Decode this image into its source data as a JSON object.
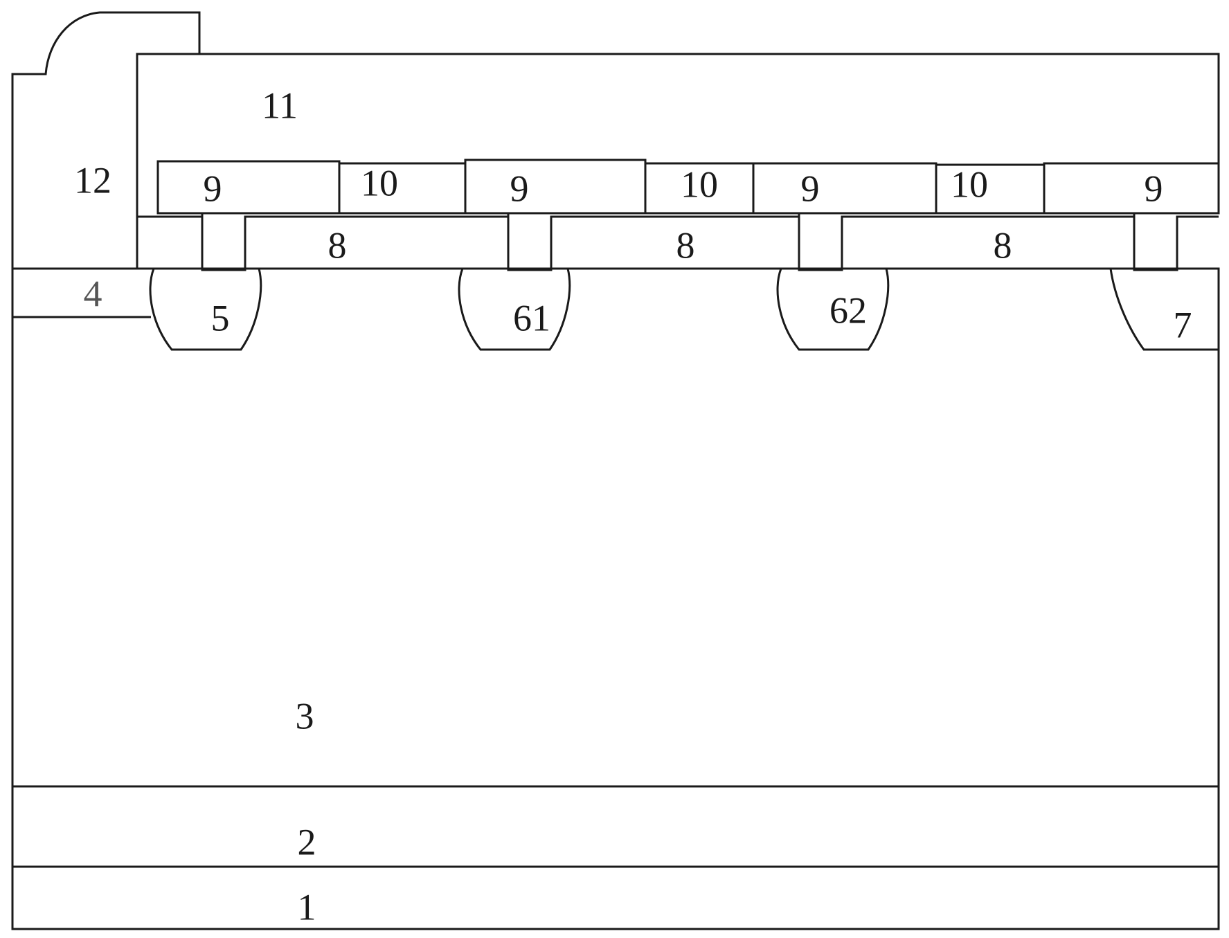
{
  "labels": {
    "l1": "1",
    "l2": "2",
    "l3": "3",
    "l4": "4",
    "l5": "5",
    "l61": "61",
    "l62": "62",
    "l7": "7",
    "l8a": "8",
    "l8b": "8",
    "l8c": "8",
    "l9a": "9",
    "l9b": "9",
    "l9c": "9",
    "l9d": "9",
    "l10a": "10",
    "l10b": "10",
    "l10c": "10",
    "l11": "11",
    "l12": "12"
  },
  "colors": {
    "line": "#1a1a1a",
    "background": "#ffffff",
    "label_4": "#555555"
  }
}
